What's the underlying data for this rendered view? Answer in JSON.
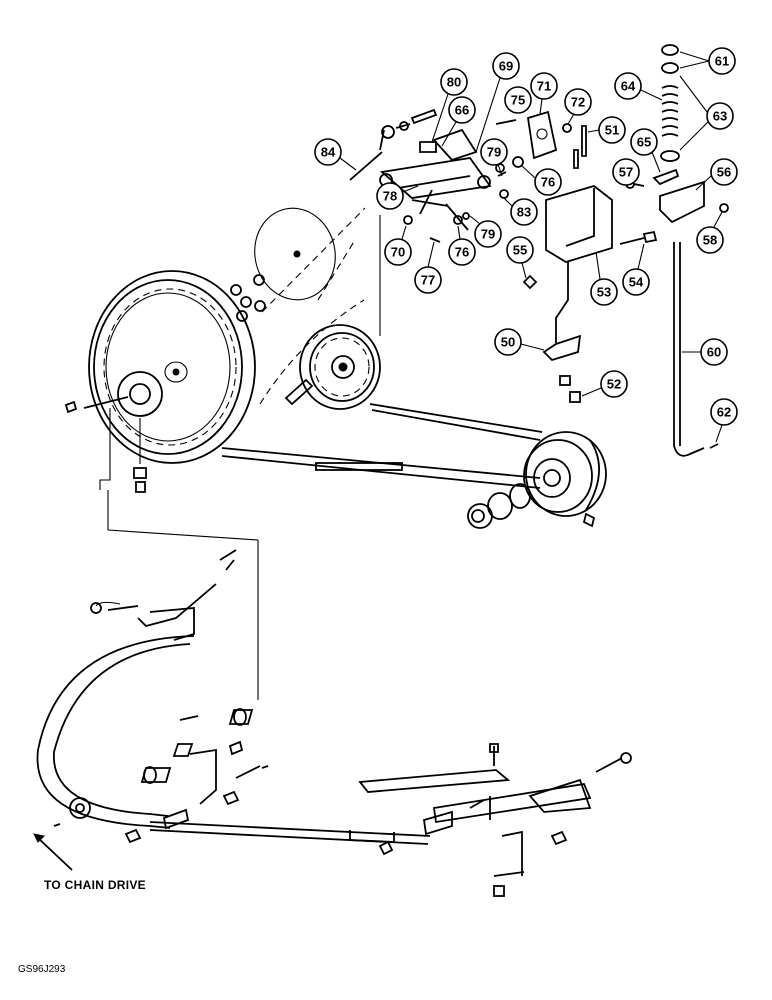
{
  "diagram": {
    "callouts": [
      {
        "id": "61",
        "label": "61"
      },
      {
        "id": "64",
        "label": "64"
      },
      {
        "id": "63",
        "label": "63"
      },
      {
        "id": "80",
        "label": "80"
      },
      {
        "id": "69",
        "label": "69"
      },
      {
        "id": "71",
        "label": "71"
      },
      {
        "id": "75",
        "label": "75"
      },
      {
        "id": "72",
        "label": "72"
      },
      {
        "id": "66",
        "label": "66"
      },
      {
        "id": "51",
        "label": "51"
      },
      {
        "id": "65",
        "label": "65"
      },
      {
        "id": "84",
        "label": "84"
      },
      {
        "id": "79a",
        "label": "79"
      },
      {
        "id": "76a",
        "label": "76"
      },
      {
        "id": "57",
        "label": "57"
      },
      {
        "id": "56",
        "label": "56"
      },
      {
        "id": "78",
        "label": "78"
      },
      {
        "id": "83",
        "label": "83"
      },
      {
        "id": "79b",
        "label": "79"
      },
      {
        "id": "70",
        "label": "70"
      },
      {
        "id": "76b",
        "label": "76"
      },
      {
        "id": "55",
        "label": "55"
      },
      {
        "id": "58",
        "label": "58"
      },
      {
        "id": "77",
        "label": "77"
      },
      {
        "id": "54",
        "label": "54"
      },
      {
        "id": "53",
        "label": "53"
      },
      {
        "id": "50",
        "label": "50"
      },
      {
        "id": "60",
        "label": "60"
      },
      {
        "id": "52",
        "label": "52"
      },
      {
        "id": "62",
        "label": "62"
      }
    ],
    "captions": {
      "chain_drive": "TO CHAIN DRIVE",
      "drawing_code": "GS96J293"
    }
  }
}
